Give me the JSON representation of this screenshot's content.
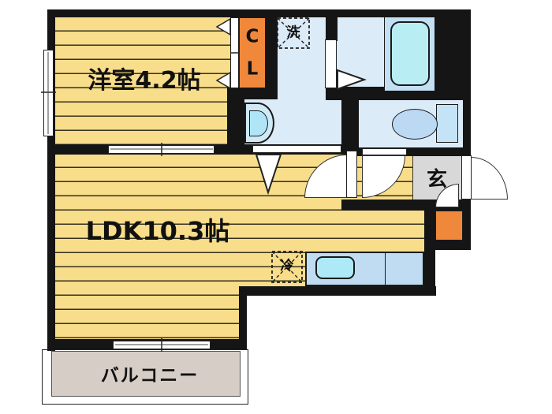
{
  "plan": {
    "type": "apartment-floorplan",
    "labels": {
      "western_room": "洋室4.2帖",
      "ldk": "LDK10.3帖",
      "balcony": "バルコニー",
      "entrance": "玄",
      "closet_line1": "C",
      "closet_line2": "L",
      "washing_machine": "洗",
      "refrigerator": "冷"
    },
    "colors": {
      "wall": "#151515",
      "tatami_floor": "#F8DD8B",
      "floor_stripe": "#35301F",
      "wet_area_floor": "#DCEBF8",
      "bathtub_panel": "#C3DFF3",
      "bathtub_fill": "#B8EDF4",
      "kitchen_counter": "#BFDCF2",
      "kitchen_sink": "#AEE9F8",
      "toilet_fill": "#BCD9F3",
      "closet_orange": "#F0883C",
      "entrance_gray": "#D8D8D8",
      "balcony_deck": "#D6CEC6"
    }
  }
}
